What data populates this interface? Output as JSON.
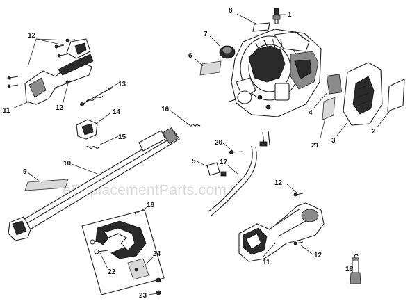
{
  "watermark": "eReplacementParts.com",
  "callouts": [
    {
      "id": "c8",
      "text": "8"
    },
    {
      "id": "c1",
      "text": "1"
    },
    {
      "id": "c7",
      "text": "7"
    },
    {
      "id": "c6",
      "text": "6"
    },
    {
      "id": "c12a",
      "text": "12"
    },
    {
      "id": "c11a",
      "text": "11"
    },
    {
      "id": "c12b",
      "text": "12"
    },
    {
      "id": "c13",
      "text": "13"
    },
    {
      "id": "c16",
      "text": "16"
    },
    {
      "id": "c14",
      "text": "14"
    },
    {
      "id": "c15",
      "text": "15"
    },
    {
      "id": "c4",
      "text": "4"
    },
    {
      "id": "c21",
      "text": "21"
    },
    {
      "id": "c3",
      "text": "3"
    },
    {
      "id": "c2",
      "text": "2"
    },
    {
      "id": "c10",
      "text": "10"
    },
    {
      "id": "c9",
      "text": "9"
    },
    {
      "id": "c20",
      "text": "20"
    },
    {
      "id": "c5",
      "text": "5"
    },
    {
      "id": "c17",
      "text": "17"
    },
    {
      "id": "c12c",
      "text": "12"
    },
    {
      "id": "c18",
      "text": "18"
    },
    {
      "id": "c11b",
      "text": "11"
    },
    {
      "id": "c12d",
      "text": "12"
    },
    {
      "id": "c24",
      "text": "24"
    },
    {
      "id": "c22",
      "text": "22"
    },
    {
      "id": "c23",
      "text": "23"
    },
    {
      "id": "c19",
      "text": "19"
    }
  ]
}
